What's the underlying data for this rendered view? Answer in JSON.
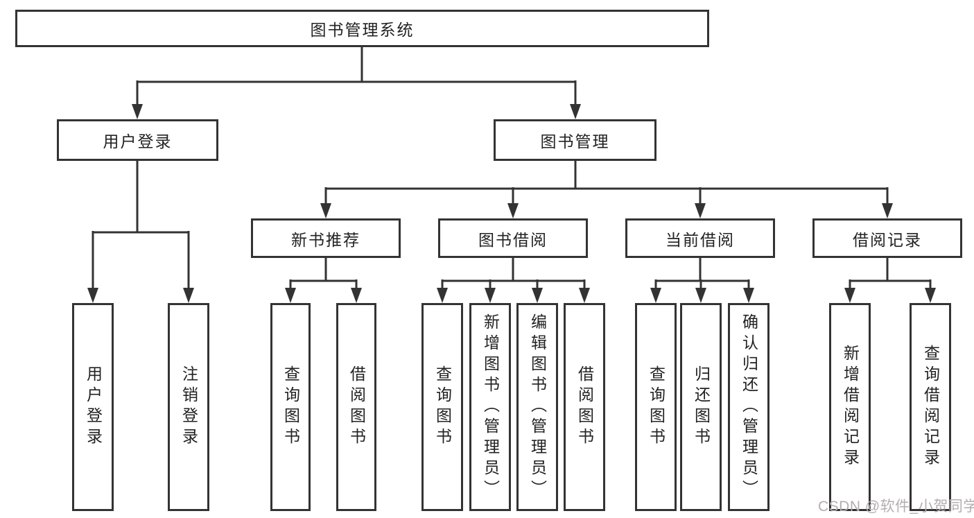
{
  "colors": {
    "line": "#333333",
    "text": "#222222",
    "background": "#ffffff",
    "watermark": "#b5adb0"
  },
  "tree": {
    "root": {
      "label": "图书管理系统"
    },
    "children": [
      {
        "label": "用户登录",
        "children": [
          {
            "label": "用户登录"
          },
          {
            "label": "注销登录"
          }
        ]
      },
      {
        "label": "图书管理",
        "children": [
          {
            "label": "新书推荐",
            "children": [
              {
                "label": "查询图书"
              },
              {
                "label": "借阅图书"
              }
            ]
          },
          {
            "label": "图书借阅",
            "children": [
              {
                "label": "查询图书"
              },
              {
                "label": "新增图书（管理员）"
              },
              {
                "label": "编辑图书（管理员）"
              },
              {
                "label": "借阅图书"
              }
            ]
          },
          {
            "label": "当前借阅",
            "children": [
              {
                "label": "查询图书"
              },
              {
                "label": "归还图书"
              },
              {
                "label": "确认归还（管理员）"
              }
            ]
          },
          {
            "label": "借阅记录",
            "children": [
              {
                "label": "新增借阅记录"
              },
              {
                "label": "查询借阅记录"
              }
            ]
          }
        ]
      }
    ]
  },
  "watermark": {
    "text": "CSDN @软件_小贺同学"
  }
}
